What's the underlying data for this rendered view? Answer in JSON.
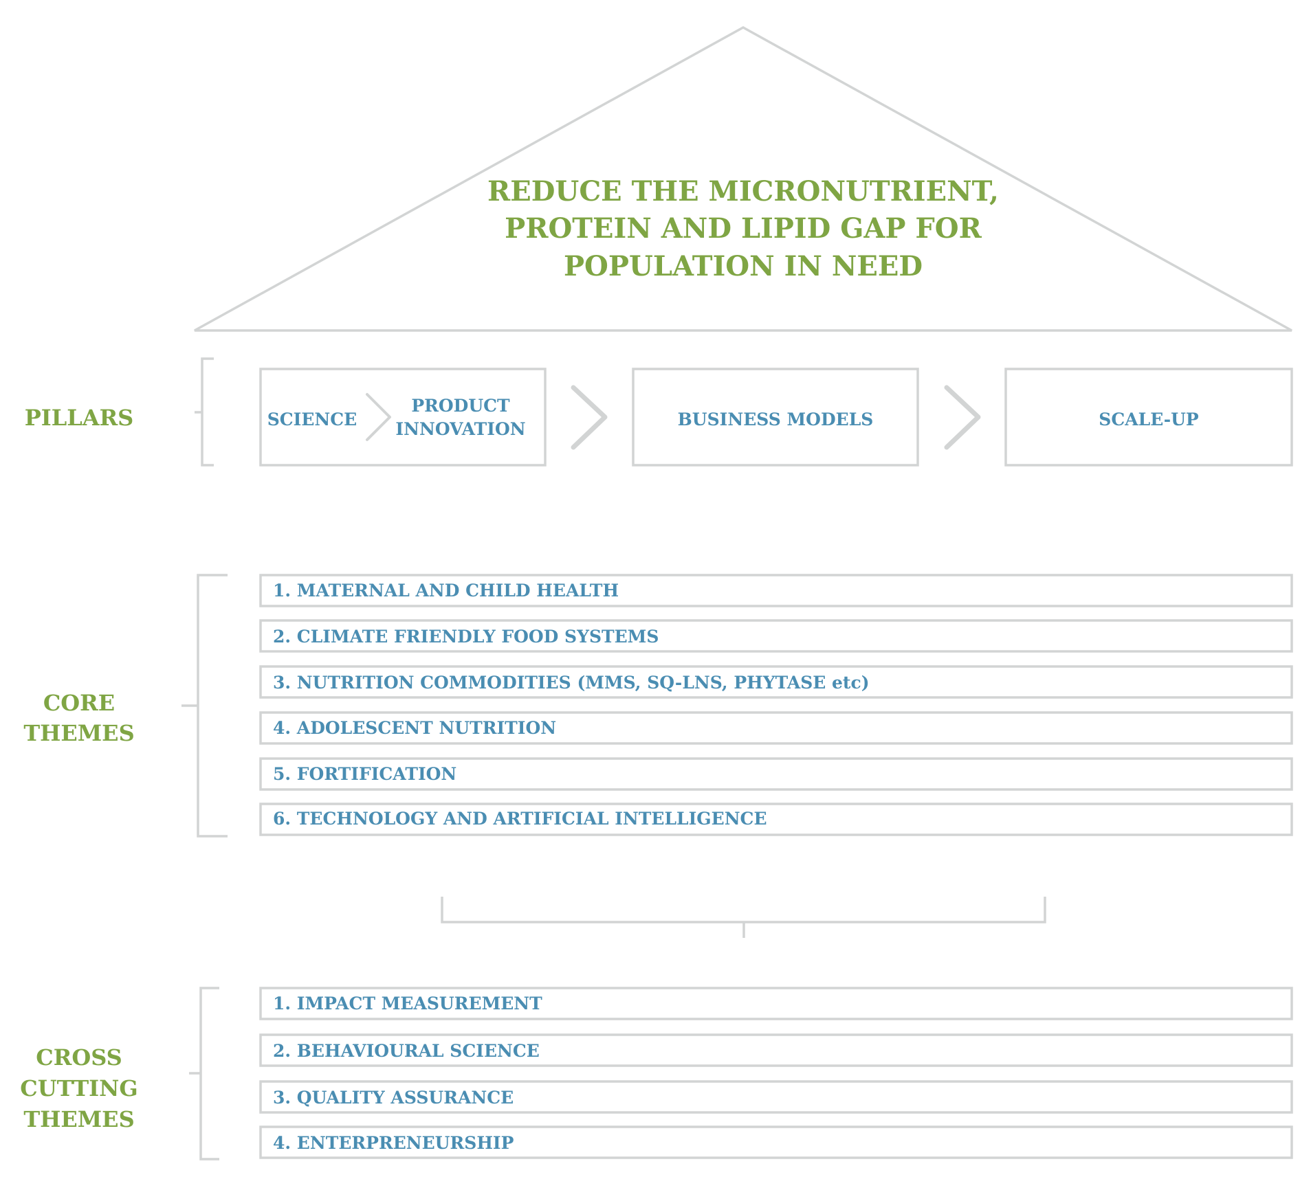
{
  "goal": {
    "lines": [
      "REDUCE THE MICRONUTRIENT,",
      "PROTEIN AND LIPID GAP FOR",
      "POPULATION IN NEED"
    ]
  },
  "pillars": {
    "label": "PILLARS",
    "science": "SCIENCE",
    "product_innovation": [
      "PRODUCT",
      "INNOVATION"
    ],
    "business_models": "BUSINESS MODELS",
    "scale_up": "SCALE-UP"
  },
  "core_themes": {
    "label": [
      "CORE",
      "THEMES"
    ],
    "items": [
      "1. MATERNAL AND CHILD HEALTH",
      "2. CLIMATE FRIENDLY FOOD SYSTEMS",
      "3. NUTRITION COMMODITIES (MMS, SQ-LNS,  PHYTASE etc)",
      "4. ADOLESCENT NUTRITION",
      "5. FORTIFICATION",
      "6. TECHNOLOGY AND ARTIFICIAL INTELLIGENCE"
    ]
  },
  "cross_cutting_themes": {
    "label": [
      "CROSS",
      "CUTTING",
      "THEMES"
    ],
    "items": [
      "1. IMPACT MEASUREMENT",
      "2. BEHAVIOURAL SCIENCE",
      "3. QUALITY ASSURANCE",
      "4. ENTERPRENEURSHIP"
    ]
  },
  "colors": {
    "green": "#7fa544",
    "blue": "#4a8db2",
    "outline_gray": "#d2d4d4"
  }
}
